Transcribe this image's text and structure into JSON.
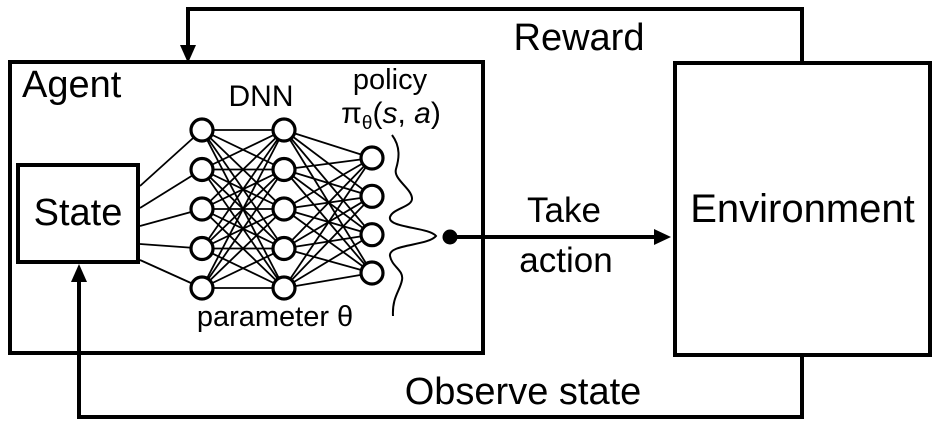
{
  "labels": {
    "agent": "Agent",
    "state": "State",
    "environment": "Environment",
    "dnn": "DNN",
    "policy": "policy",
    "parameter": "parameter θ",
    "reward": "Reward",
    "take": "Take",
    "action": "action",
    "observe_state": "Observe state"
  },
  "formula": {
    "pi": "π",
    "subscript": "θ",
    "open": "(",
    "s": "s",
    "comma": ", ",
    "a": "a",
    "close": ")"
  },
  "network": {
    "layers": [
      5,
      5,
      4
    ]
  },
  "colors": {
    "line": "#000000",
    "background": "#ffffff"
  }
}
